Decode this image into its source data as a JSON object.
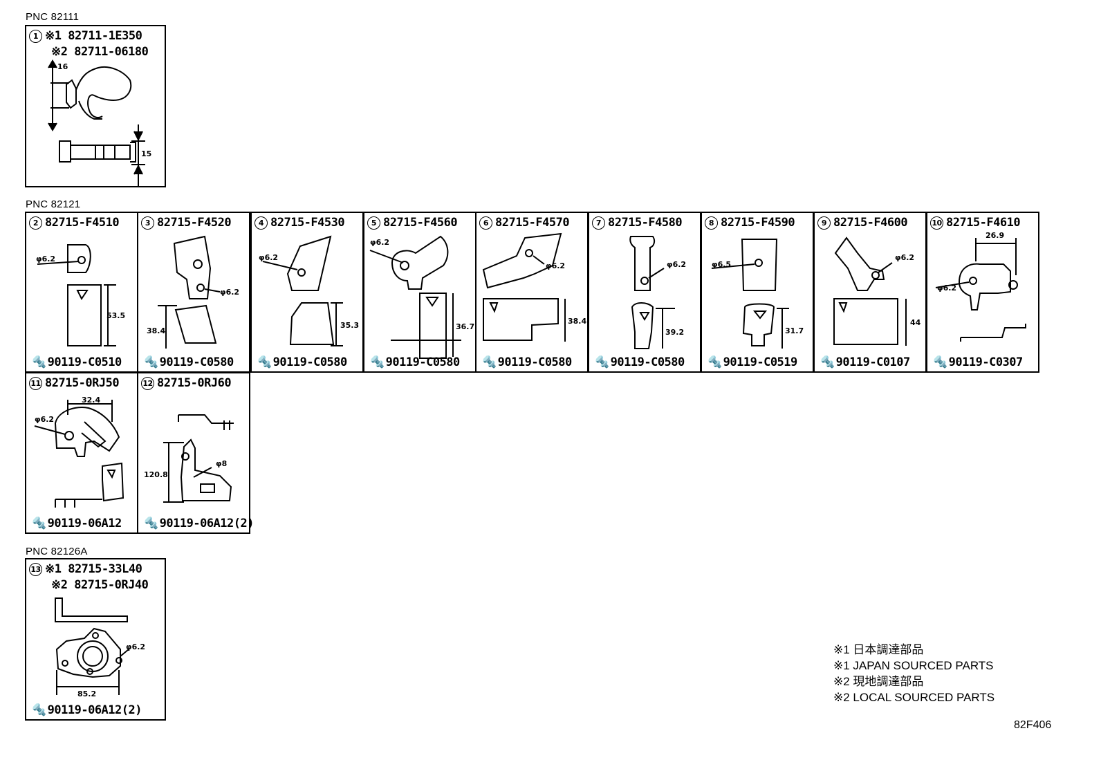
{
  "sections": [
    {
      "pnc": "PNC 82111"
    },
    {
      "pnc": "PNC 82121"
    },
    {
      "pnc": "PNC 82126A"
    }
  ],
  "panels": {
    "p1": {
      "num": "1",
      "line1": "※1 82711-1E350",
      "line2": "※2 82711-06180",
      "dims": [
        "16",
        "15"
      ]
    },
    "p2": {
      "num": "2",
      "part": "82715-F4510",
      "hole": "φ6.2",
      "dim": "53.5",
      "bolt": "90119-C0510"
    },
    "p3": {
      "num": "3",
      "part": "82715-F4520",
      "hole": "φ6.2",
      "dim": "38.4",
      "bolt": "90119-C0580"
    },
    "p4": {
      "num": "4",
      "part": "82715-F4530",
      "hole": "φ6.2",
      "dim": "35.3",
      "bolt": "90119-C0580"
    },
    "p5": {
      "num": "5",
      "part": "82715-F4560",
      "hole": "φ6.2",
      "dim": "36.7",
      "bolt": "90119-C0580"
    },
    "p6": {
      "num": "6",
      "part": "82715-F4570",
      "hole": "φ6.2",
      "dim": "38.4",
      "bolt": "90119-C0580"
    },
    "p7": {
      "num": "7",
      "part": "82715-F4580",
      "hole": "φ6.2",
      "dim": "39.2",
      "bolt": "90119-C0580"
    },
    "p8": {
      "num": "8",
      "part": "82715-F4590",
      "hole": "φ6.5",
      "dim": "31.7",
      "bolt": "90119-C0519"
    },
    "p9": {
      "num": "9",
      "part": "82715-F4600",
      "hole": "φ6.2",
      "dim": "44",
      "bolt": "90119-C0107"
    },
    "p10": {
      "num": "10",
      "part": "82715-F4610",
      "hole": "φ6.2",
      "dim": "26.9",
      "bolt": "90119-C0307"
    },
    "p11": {
      "num": "11",
      "part": "82715-0RJ50",
      "hole": "φ6.2",
      "dim": "32.4",
      "bolt": "90119-06A12"
    },
    "p12": {
      "num": "12",
      "part": "82715-0RJ60",
      "hole": "φ8",
      "dim": "120.8",
      "bolt": "90119-06A12(2)"
    },
    "p13": {
      "num": "13",
      "line1": "※1 82715-33L40",
      "line2": "※2 82715-0RJ40",
      "hole": "φ6.2",
      "dim": "85.2",
      "bolt": "90119-06A12(2)"
    }
  },
  "notes": [
    "※1 日本調達部品",
    "※1 JAPAN SOURCED PARTS",
    "※2 現地調達部品",
    "※2 LOCAL SOURCED PARTS"
  ],
  "reference": "82F406"
}
